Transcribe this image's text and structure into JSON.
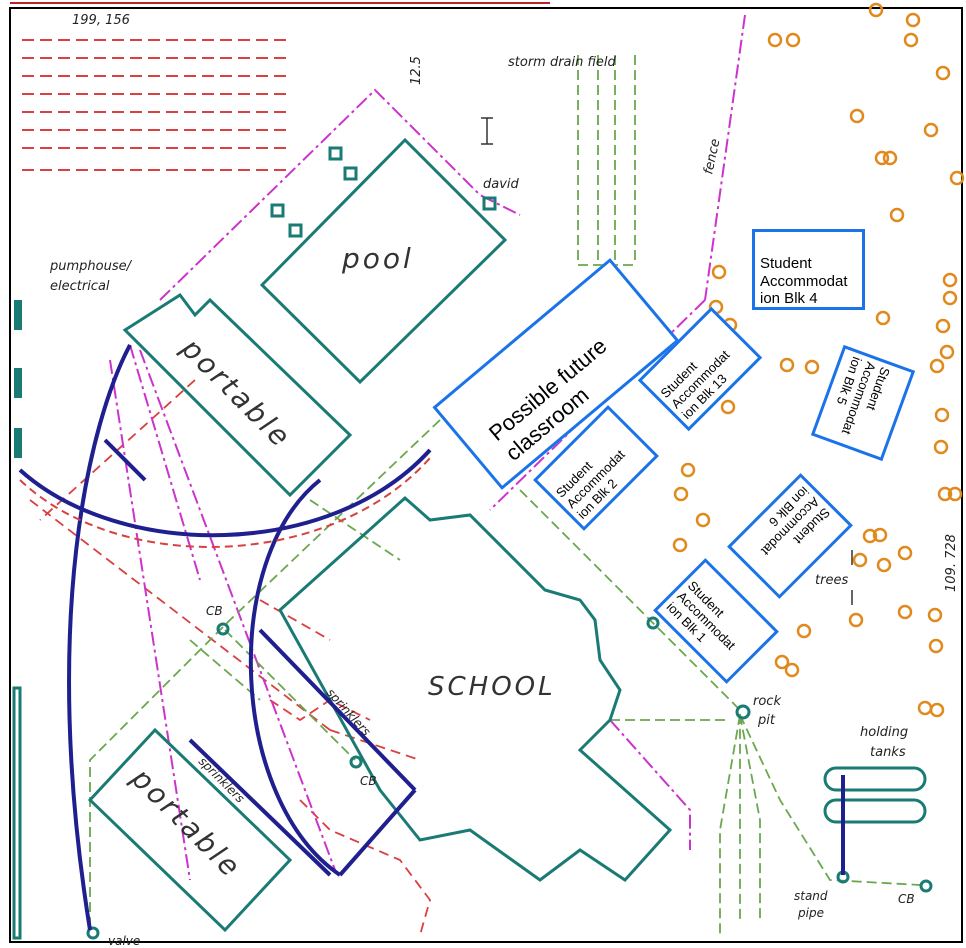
{
  "map": {
    "coords_top": "199, 156",
    "coords_right": "109. 728",
    "dimension": "12.5",
    "labels": {
      "storm_drain": "storm drain field",
      "fence": "fence",
      "david": "david",
      "pumphouse": "pumphouse/",
      "electrical": "electrical",
      "pool": "pool",
      "portable_top": "portable",
      "portable_bottom": "portable",
      "school": "SCHOOL",
      "cb1": "CB",
      "cb2": "CB",
      "cb3": "CB",
      "sprinklers1": "sprinklers",
      "sprinklers2": "sprinklers",
      "trees": "trees",
      "rock": "rock",
      "pit": "pit",
      "holding": "holding",
      "tanks": "tanks",
      "stand": "stand",
      "pipe": "pipe",
      "valve": "valve"
    }
  },
  "overlays": {
    "classroom": "Possible future classroom",
    "blk4": "Student Accommodat ion Blk 4",
    "blk13": "Student Accommodat ion Blk 13",
    "blk5": "Student Accommodat ion Blk 5",
    "blk2": "Student Accommodat ion Blk 2",
    "blk6": "Student Accommodat ion Blk 6",
    "blk1": "Student Accommodat ion Blk 1"
  },
  "colors": {
    "building": "#1a7a74",
    "pipe": "#1f1f8f",
    "fence": "#cc33cc",
    "red_lines": "#d94040",
    "green_dash": "#6aa84f",
    "trees": "#e08a1e",
    "overlay_border": "#1a73e8"
  }
}
